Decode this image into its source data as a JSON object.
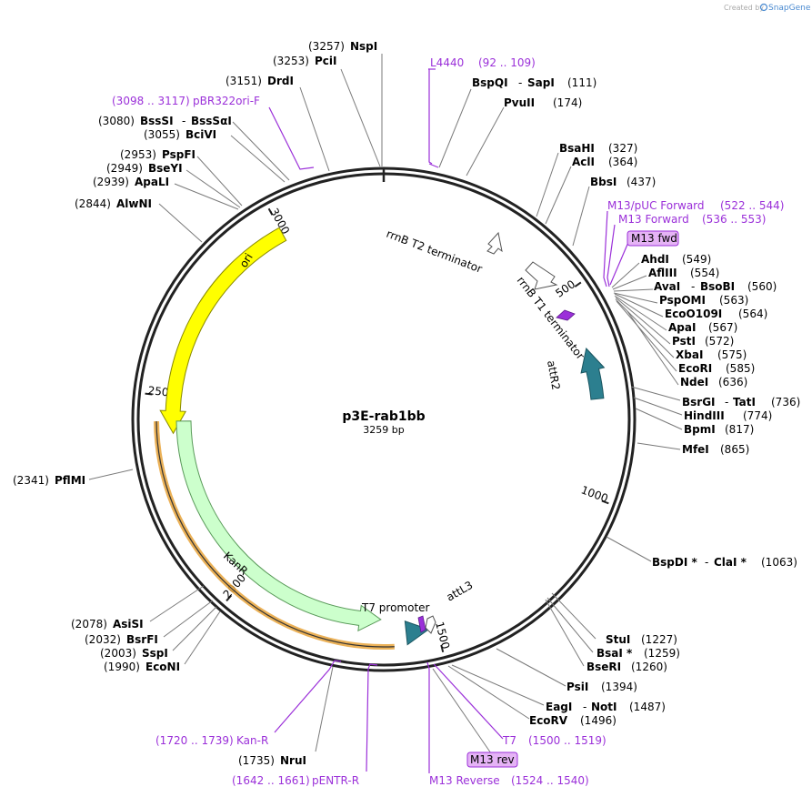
{
  "watermark": {
    "text": "Created by",
    "brand": "SnapGene"
  },
  "plasmid": {
    "name": "p3E-rab1bb",
    "size": "3259 bp",
    "length": 3259
  },
  "ticks": [
    {
      "pos": 500,
      "label": "500"
    },
    {
      "pos": 1000,
      "label": "1000"
    },
    {
      "pos": 1500,
      "label": "1500"
    },
    {
      "pos": 2000,
      "label": "2000"
    },
    {
      "pos": 2500,
      "label": "2500"
    },
    {
      "pos": 3000,
      "label": "3000"
    }
  ],
  "features": [
    {
      "name": "ori",
      "start": 2410,
      "end": 3000,
      "dir": -1,
      "color": "#ffff00",
      "stroke": "#8a8a00"
    },
    {
      "name": "KanR",
      "start": 1637,
      "end": 2440,
      "dir": -1,
      "color": "#ccffcc",
      "stroke": "#5a9a5a"
    },
    {
      "name": "attR2",
      "start": 640,
      "end": 765,
      "dir": -1,
      "color": "#2c7f8f",
      "stroke": "#1a5560"
    },
    {
      "name": "attL3",
      "start": 1520,
      "end": 1575,
      "dir": -1,
      "color": "#2c7f8f",
      "stroke": "#1a5560"
    }
  ],
  "feature_labels": {
    "rrnB_T2": "rrnB T2 terminator",
    "rrnB_T1": "rrnB T1 terminator",
    "attR2": "attR2",
    "T7_promoter": "T7 promoter",
    "attL3": "attL3",
    "ori": "ori",
    "KanR": "KanR"
  },
  "enzymes_right": [
    {
      "name": "BspQI",
      "name2": "SapI",
      "pos": "(111)"
    },
    {
      "name": "PvuII",
      "name2": "",
      "pos": "(174)"
    },
    {
      "name": "BsaHI",
      "name2": "",
      "pos": "(327)"
    },
    {
      "name": "AclI",
      "name2": "",
      "pos": "(364)"
    },
    {
      "name": "BbsI",
      "name2": "",
      "pos": "(437)"
    },
    {
      "name": "AhdI",
      "name2": "",
      "pos": "(549)"
    },
    {
      "name": "AflIII",
      "name2": "",
      "pos": "(554)"
    },
    {
      "name": "AvaI",
      "name2": "BsoBI",
      "pos": "(560)"
    },
    {
      "name": "PspOMI",
      "name2": "",
      "pos": "(563)"
    },
    {
      "name": "EcoO109I",
      "name2": "",
      "pos": "(564)"
    },
    {
      "name": "ApaI",
      "name2": "",
      "pos": "(567)"
    },
    {
      "name": "PstI",
      "name2": "",
      "pos": "(572)"
    },
    {
      "name": "XbaI",
      "name2": "",
      "pos": "(575)"
    },
    {
      "name": "EcoRI",
      "name2": "",
      "pos": "(585)"
    },
    {
      "name": "NdeI",
      "name2": "",
      "pos": "(636)"
    },
    {
      "name": "BsrGI",
      "name2": "TatI",
      "pos": "(736)"
    },
    {
      "name": "HindIII",
      "name2": "",
      "pos": "(774)"
    },
    {
      "name": "BpmI",
      "name2": "",
      "pos": "(817)"
    },
    {
      "name": "MfeI",
      "name2": "",
      "pos": "(865)"
    },
    {
      "name": "BspDI *",
      "name2": "ClaI *",
      "pos": "(1063)"
    },
    {
      "name": "StuI",
      "name2": "",
      "pos": "(1227)"
    },
    {
      "name": "BsaI *",
      "name2": "",
      "pos": "(1259)"
    },
    {
      "name": "BseRI",
      "name2": "",
      "pos": "(1260)"
    },
    {
      "name": "PsiI",
      "name2": "",
      "pos": "(1394)"
    },
    {
      "name": "EagI",
      "name2": "NotI",
      "pos": "(1487)"
    },
    {
      "name": "EcoRV",
      "name2": "",
      "pos": "(1496)"
    }
  ],
  "enzymes_left": [
    {
      "name": "NspI",
      "name2": "",
      "pos": "(3257)"
    },
    {
      "name": "PciI",
      "name2": "",
      "pos": "(3253)"
    },
    {
      "name": "DrdI",
      "name2": "",
      "pos": "(3151)"
    },
    {
      "name": "BssSI",
      "name2": "BssSαI",
      "pos": "(3080)"
    },
    {
      "name": "BciVI",
      "name2": "",
      "pos": "(3055)"
    },
    {
      "name": "PspFI",
      "name2": "",
      "pos": "(2953)"
    },
    {
      "name": "BseYI",
      "name2": "",
      "pos": "(2949)"
    },
    {
      "name": "ApaLI",
      "name2": "",
      "pos": "(2939)"
    },
    {
      "name": "AlwNI",
      "name2": "",
      "pos": "(2844)"
    },
    {
      "name": "PflMI",
      "name2": "",
      "pos": "(2341)"
    },
    {
      "name": "AsiSI",
      "name2": "",
      "pos": "(2078)"
    },
    {
      "name": "BsrFI",
      "name2": "",
      "pos": "(2032)"
    },
    {
      "name": "SspI",
      "name2": "",
      "pos": "(2003)"
    },
    {
      "name": "EcoNI",
      "name2": "",
      "pos": "(1990)"
    },
    {
      "name": "NruI",
      "name2": "",
      "pos": "(1735)"
    }
  ],
  "primers": [
    {
      "name": "L4440",
      "range": "(92 .. 109)"
    },
    {
      "name": "M13/pUC Forward",
      "range": "(522 .. 544)"
    },
    {
      "name": "M13 Forward",
      "range": "(536 .. 553)"
    },
    {
      "name": "M13 fwd",
      "range": ""
    },
    {
      "name": "T7",
      "range": "(1500 .. 1519)"
    },
    {
      "name": "M13 rev",
      "range": ""
    },
    {
      "name": "M13 Reverse",
      "range": "(1524 .. 1540)"
    },
    {
      "name": "pENTR-R",
      "range": "(1642 .. 1661)"
    },
    {
      "name": "Kan-R",
      "range": "(1720 .. 1739)"
    },
    {
      "name": "pBR322ori-F",
      "range": "(3098 .. 3117)"
    }
  ],
  "colors": {
    "backbone": "#222222",
    "primer": "#9b30d9",
    "primer_box": "#e5b3f5",
    "line": "#7a7a7a"
  }
}
